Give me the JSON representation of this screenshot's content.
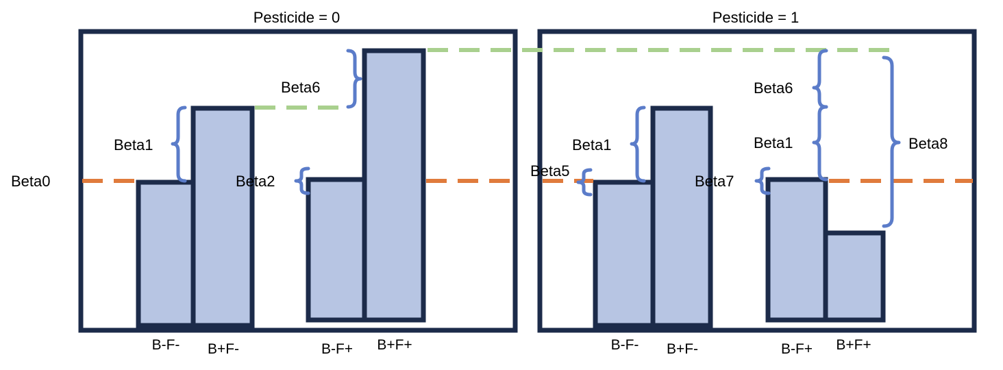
{
  "colors": {
    "frame": "#1c2b4a",
    "bar_fill": "#b7c5e3",
    "bar_stroke": "#1c2b4a",
    "brace": "#5b7cc9",
    "beta0_line": "#e07b3c",
    "green_line": "#a9d08e"
  },
  "panels": [
    {
      "title": "Pesticide = 0",
      "categories": [
        "B-F-",
        "B+F-",
        "B-F+",
        "B+F+"
      ]
    },
    {
      "title": "Pesticide = 1",
      "categories": [
        "B-F-",
        "B+F-",
        "B-F+",
        "B+F+"
      ]
    }
  ],
  "labels": {
    "beta0": "Beta0",
    "p0_beta1": "Beta1",
    "p0_beta2": "Beta2",
    "p0_beta6": "Beta6",
    "p1_beta5": "Beta5",
    "p1_beta1": "Beta1",
    "p1_beta7": "Beta7",
    "p1_beta6": "Beta6",
    "p1_beta1b": "Beta1",
    "p1_beta8": "Beta8"
  }
}
